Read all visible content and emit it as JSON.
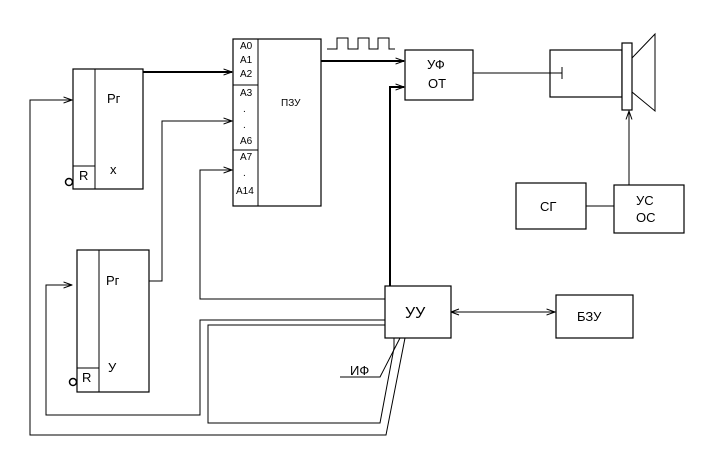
{
  "blocks": {
    "reg_x": {
      "main": "Рг",
      "sub": "х",
      "reset": "R"
    },
    "reg_y": {
      "main": "Рг",
      "sub": "У",
      "reset": "R"
    },
    "rom": {
      "name": "ПЗУ",
      "pins": [
        "А0",
        "А1",
        "А2",
        "А3",
        ".",
        ".",
        "А6",
        "А7",
        ".",
        "А14"
      ]
    },
    "uf": {
      "line1": "УФ",
      "line2": "ОТ"
    },
    "sg": {
      "name": "СГ"
    },
    "us": {
      "line1": "УС",
      "line2": "ОС"
    },
    "uu": {
      "name": "УУ"
    },
    "bzu": {
      "name": "БЗУ"
    },
    "if_label": "ИФ"
  }
}
